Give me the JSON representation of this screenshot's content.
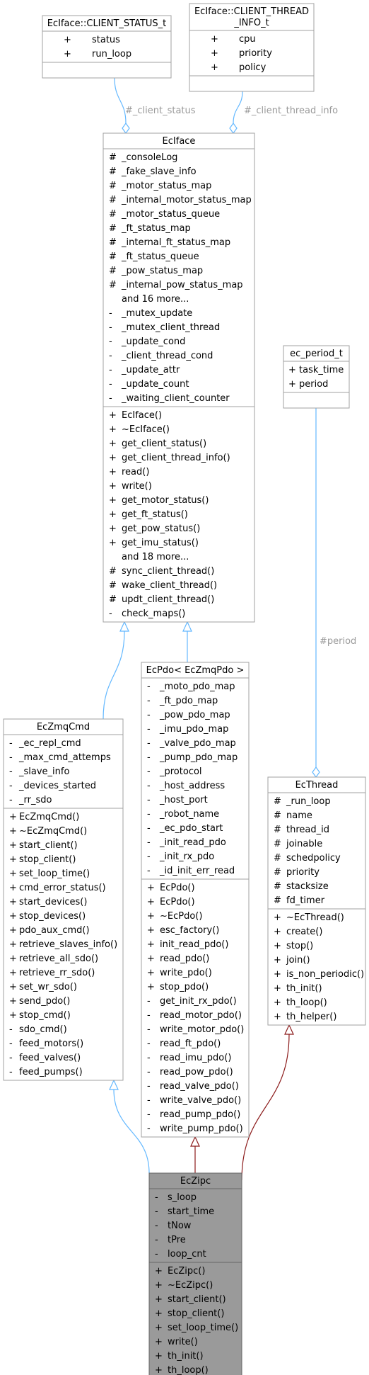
{
  "classes": {
    "status": {
      "title": [
        "EcIface::CLIENT_STATUS_t"
      ],
      "attributes": [
        {
          "vis": "+",
          "name": "status"
        },
        {
          "vis": "+",
          "name": "run_loop"
        }
      ],
      "methods": []
    },
    "thread_info": {
      "title": [
        "EcIface::CLIENT_THREAD",
        "_INFO_t"
      ],
      "attributes": [
        {
          "vis": "+",
          "name": "cpu"
        },
        {
          "vis": "+",
          "name": "priority"
        },
        {
          "vis": "+",
          "name": "policy"
        }
      ],
      "methods": []
    },
    "eciface": {
      "title": [
        "EcIface"
      ],
      "attributes": [
        {
          "vis": "#",
          "name": "_consoleLog"
        },
        {
          "vis": "#",
          "name": "_fake_slave_info"
        },
        {
          "vis": "#",
          "name": "_motor_status_map"
        },
        {
          "vis": "#",
          "name": "_internal_motor_status_map"
        },
        {
          "vis": "#",
          "name": "_motor_status_queue"
        },
        {
          "vis": "#",
          "name": "_ft_status_map"
        },
        {
          "vis": "#",
          "name": "_internal_ft_status_map"
        },
        {
          "vis": "#",
          "name": "_ft_status_queue"
        },
        {
          "vis": "#",
          "name": "_pow_status_map"
        },
        {
          "vis": "#",
          "name": "_internal_pow_status_map"
        },
        {
          "vis": "",
          "name": "and 16 more..."
        },
        {
          "vis": "-",
          "name": "_mutex_update"
        },
        {
          "vis": "-",
          "name": "_mutex_client_thread"
        },
        {
          "vis": "-",
          "name": "_update_cond"
        },
        {
          "vis": "-",
          "name": "_client_thread_cond"
        },
        {
          "vis": "-",
          "name": "_update_attr"
        },
        {
          "vis": "-",
          "name": "_update_count"
        },
        {
          "vis": "-",
          "name": "_waiting_client_counter"
        }
      ],
      "methods": [
        {
          "vis": "+",
          "name": "EcIface()"
        },
        {
          "vis": "+",
          "name": "~EcIface()"
        },
        {
          "vis": "+",
          "name": "get_client_status()"
        },
        {
          "vis": "+",
          "name": "get_client_thread_info()"
        },
        {
          "vis": "+",
          "name": "read()"
        },
        {
          "vis": "+",
          "name": "write()"
        },
        {
          "vis": "+",
          "name": "get_motor_status()"
        },
        {
          "vis": "+",
          "name": "get_ft_status()"
        },
        {
          "vis": "+",
          "name": "get_pow_status()"
        },
        {
          "vis": "+",
          "name": "get_imu_status()"
        },
        {
          "vis": "",
          "name": "and 18 more..."
        },
        {
          "vis": "#",
          "name": "sync_client_thread()"
        },
        {
          "vis": "#",
          "name": "wake_client_thread()"
        },
        {
          "vis": "#",
          "name": "updt_client_thread()"
        },
        {
          "vis": "-",
          "name": "check_maps()"
        }
      ]
    },
    "ec_period": {
      "title": [
        "ec_period_t"
      ],
      "attributes": [
        {
          "vis": "+",
          "name": "task_time"
        },
        {
          "vis": "+",
          "name": "period"
        }
      ],
      "methods": []
    },
    "eczmqcmd": {
      "title": [
        "EcZmqCmd"
      ],
      "attributes": [
        {
          "vis": "-",
          "name": "_ec_repl_cmd"
        },
        {
          "vis": "-",
          "name": "_max_cmd_attemps"
        },
        {
          "vis": "-",
          "name": "_slave_info"
        },
        {
          "vis": "-",
          "name": "_devices_started"
        },
        {
          "vis": "-",
          "name": "_rr_sdo"
        }
      ],
      "methods": [
        {
          "vis": "+",
          "name": "EcZmqCmd()"
        },
        {
          "vis": "+",
          "name": "~EcZmqCmd()"
        },
        {
          "vis": "+",
          "name": "start_client()"
        },
        {
          "vis": "+",
          "name": "stop_client()"
        },
        {
          "vis": "+",
          "name": "set_loop_time()"
        },
        {
          "vis": "+",
          "name": "cmd_error_status()"
        },
        {
          "vis": "+",
          "name": "start_devices()"
        },
        {
          "vis": "+",
          "name": "stop_devices()"
        },
        {
          "vis": "+",
          "name": "pdo_aux_cmd()"
        },
        {
          "vis": "+",
          "name": "retrieve_slaves_info()"
        },
        {
          "vis": "+",
          "name": "retrieve_all_sdo()"
        },
        {
          "vis": "+",
          "name": "retrieve_rr_sdo()"
        },
        {
          "vis": "+",
          "name": "set_wr_sdo()"
        },
        {
          "vis": "+",
          "name": "send_pdo()"
        },
        {
          "vis": "+",
          "name": "stop_cmd()"
        },
        {
          "vis": "-",
          "name": "sdo_cmd()"
        },
        {
          "vis": "-",
          "name": "feed_motors()"
        },
        {
          "vis": "-",
          "name": "feed_valves()"
        },
        {
          "vis": "-",
          "name": "feed_pumps()"
        }
      ]
    },
    "ecpdo": {
      "title": [
        "EcPdo< EcZmqPdo >"
      ],
      "attributes": [
        {
          "vis": "-",
          "name": "_moto_pdo_map"
        },
        {
          "vis": "-",
          "name": "_ft_pdo_map"
        },
        {
          "vis": "-",
          "name": "_pow_pdo_map"
        },
        {
          "vis": "-",
          "name": "_imu_pdo_map"
        },
        {
          "vis": "-",
          "name": "_valve_pdo_map"
        },
        {
          "vis": "-",
          "name": "_pump_pdo_map"
        },
        {
          "vis": "-",
          "name": "_protocol"
        },
        {
          "vis": "-",
          "name": "_host_address"
        },
        {
          "vis": "-",
          "name": "_host_port"
        },
        {
          "vis": "-",
          "name": "_robot_name"
        },
        {
          "vis": "-",
          "name": "_ec_pdo_start"
        },
        {
          "vis": "-",
          "name": "_init_read_pdo"
        },
        {
          "vis": "-",
          "name": "_init_rx_pdo"
        },
        {
          "vis": "-",
          "name": "_id_init_err_read"
        }
      ],
      "methods": [
        {
          "vis": "+",
          "name": "EcPdo()"
        },
        {
          "vis": "+",
          "name": "EcPdo()"
        },
        {
          "vis": "+",
          "name": "~EcPdo()"
        },
        {
          "vis": "+",
          "name": "esc_factory()"
        },
        {
          "vis": "+",
          "name": "init_read_pdo()"
        },
        {
          "vis": "+",
          "name": "read_pdo()"
        },
        {
          "vis": "+",
          "name": "write_pdo()"
        },
        {
          "vis": "+",
          "name": "stop_pdo()"
        },
        {
          "vis": "-",
          "name": "get_init_rx_pdo()"
        },
        {
          "vis": "-",
          "name": "read_motor_pdo()"
        },
        {
          "vis": "-",
          "name": "write_motor_pdo()"
        },
        {
          "vis": "-",
          "name": "read_ft_pdo()"
        },
        {
          "vis": "-",
          "name": "read_imu_pdo()"
        },
        {
          "vis": "-",
          "name": "read_pow_pdo()"
        },
        {
          "vis": "-",
          "name": "read_valve_pdo()"
        },
        {
          "vis": "-",
          "name": "write_valve_pdo()"
        },
        {
          "vis": "-",
          "name": "read_pump_pdo()"
        },
        {
          "vis": "-",
          "name": "write_pump_pdo()"
        }
      ]
    },
    "ecthread": {
      "title": [
        "EcThread"
      ],
      "attributes": [
        {
          "vis": "#",
          "name": "_run_loop"
        },
        {
          "vis": "#",
          "name": "name"
        },
        {
          "vis": "#",
          "name": "thread_id"
        },
        {
          "vis": "#",
          "name": "joinable"
        },
        {
          "vis": "#",
          "name": "schedpolicy"
        },
        {
          "vis": "#",
          "name": "priority"
        },
        {
          "vis": "#",
          "name": "stacksize"
        },
        {
          "vis": "#",
          "name": "fd_timer"
        }
      ],
      "methods": [
        {
          "vis": "+",
          "name": "~EcThread()"
        },
        {
          "vis": "+",
          "name": "create()"
        },
        {
          "vis": "+",
          "name": "stop()"
        },
        {
          "vis": "+",
          "name": "join()"
        },
        {
          "vis": "+",
          "name": "is_non_periodic()"
        },
        {
          "vis": "+",
          "name": "th_init()"
        },
        {
          "vis": "+",
          "name": "th_loop()"
        },
        {
          "vis": "+",
          "name": "th_helper()"
        }
      ]
    },
    "eczipc": {
      "title": [
        "EcZipc"
      ],
      "attributes": [
        {
          "vis": "-",
          "name": "s_loop"
        },
        {
          "vis": "-",
          "name": "start_time"
        },
        {
          "vis": "-",
          "name": "tNow"
        },
        {
          "vis": "-",
          "name": "tPre"
        },
        {
          "vis": "-",
          "name": "loop_cnt"
        }
      ],
      "methods": [
        {
          "vis": "+",
          "name": "EcZipc()"
        },
        {
          "vis": "+",
          "name": "~EcZipc()"
        },
        {
          "vis": "+",
          "name": "start_client()"
        },
        {
          "vis": "+",
          "name": "stop_client()"
        },
        {
          "vis": "+",
          "name": "set_loop_time()"
        },
        {
          "vis": "+",
          "name": "write()"
        },
        {
          "vis": "+",
          "name": "th_init()"
        },
        {
          "vis": "+",
          "name": "th_loop()"
        }
      ]
    }
  },
  "relations": [
    {
      "id": "client-status",
      "label": "#_client_status",
      "kind": "aggregation"
    },
    {
      "id": "client-thread-info",
      "label": "#_client_thread_info",
      "kind": "aggregation"
    },
    {
      "id": "period",
      "label": "#period",
      "kind": "aggregation"
    },
    {
      "id": "eczmqcmd-to-eciface",
      "label": "",
      "kind": "inheritance"
    },
    {
      "id": "ecpdo-to-eciface",
      "label": "",
      "kind": "inheritance"
    },
    {
      "id": "eczipc-to-eczmqcmd",
      "label": "",
      "kind": "inheritance"
    },
    {
      "id": "eczipc-to-ecpdo",
      "label": "",
      "kind": "inheritance"
    },
    {
      "id": "eczipc-to-ecthread",
      "label": "",
      "kind": "inheritance"
    }
  ],
  "colors": {
    "aggregation_edge": "#63b8ff",
    "inheritance_from_eciface": "#63b8ff",
    "inheritance_private": "#8b1a1a",
    "focus_fill": "#9a9a9a"
  }
}
